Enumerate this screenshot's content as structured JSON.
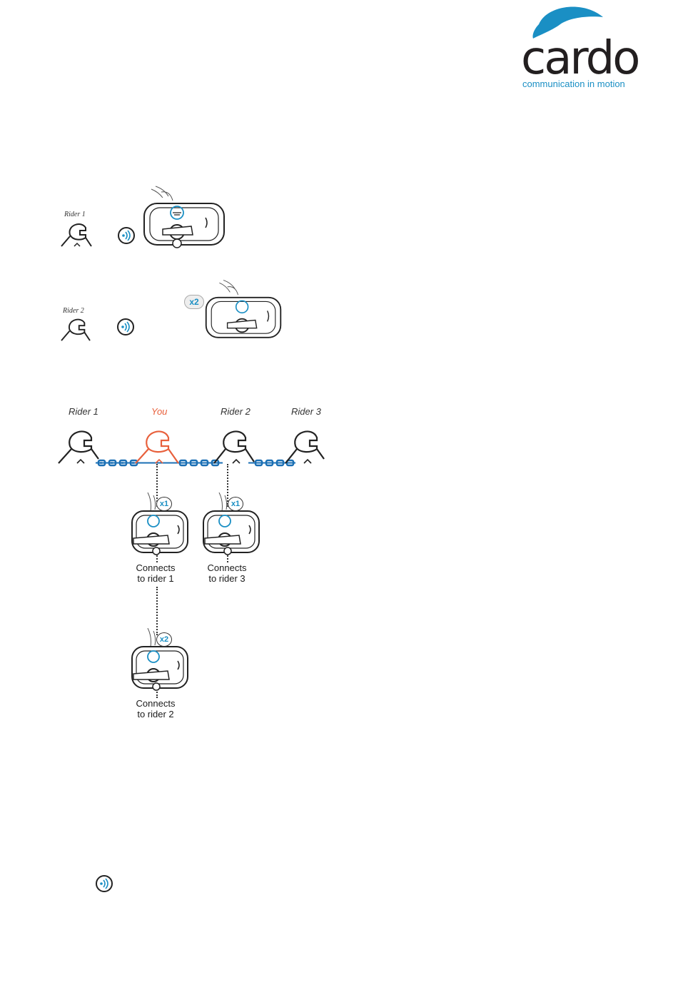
{
  "logo": {
    "wordmark": "cardo",
    "tagline": "communication in motion",
    "swoosh_color": "#1a8fc4"
  },
  "step1": {
    "rider_label": "Rider 1"
  },
  "step2": {
    "rider_label": "Rider 2",
    "press_count": "x2"
  },
  "chain": {
    "riders": [
      {
        "label": "Rider 1"
      },
      {
        "label": "You"
      },
      {
        "label": "Rider 2"
      },
      {
        "label": "Rider 3"
      }
    ],
    "link_color": "#1a6fb4",
    "you_color": "#e8603c"
  },
  "actions": [
    {
      "press_count": "x1",
      "caption_line1": "Connects",
      "caption_line2": "to rider 1"
    },
    {
      "press_count": "x1",
      "caption_line1": "Connects",
      "caption_line2": "to rider 3"
    },
    {
      "press_count": "x2",
      "caption_line1": "Connects",
      "caption_line2": "to rider 2"
    }
  ]
}
